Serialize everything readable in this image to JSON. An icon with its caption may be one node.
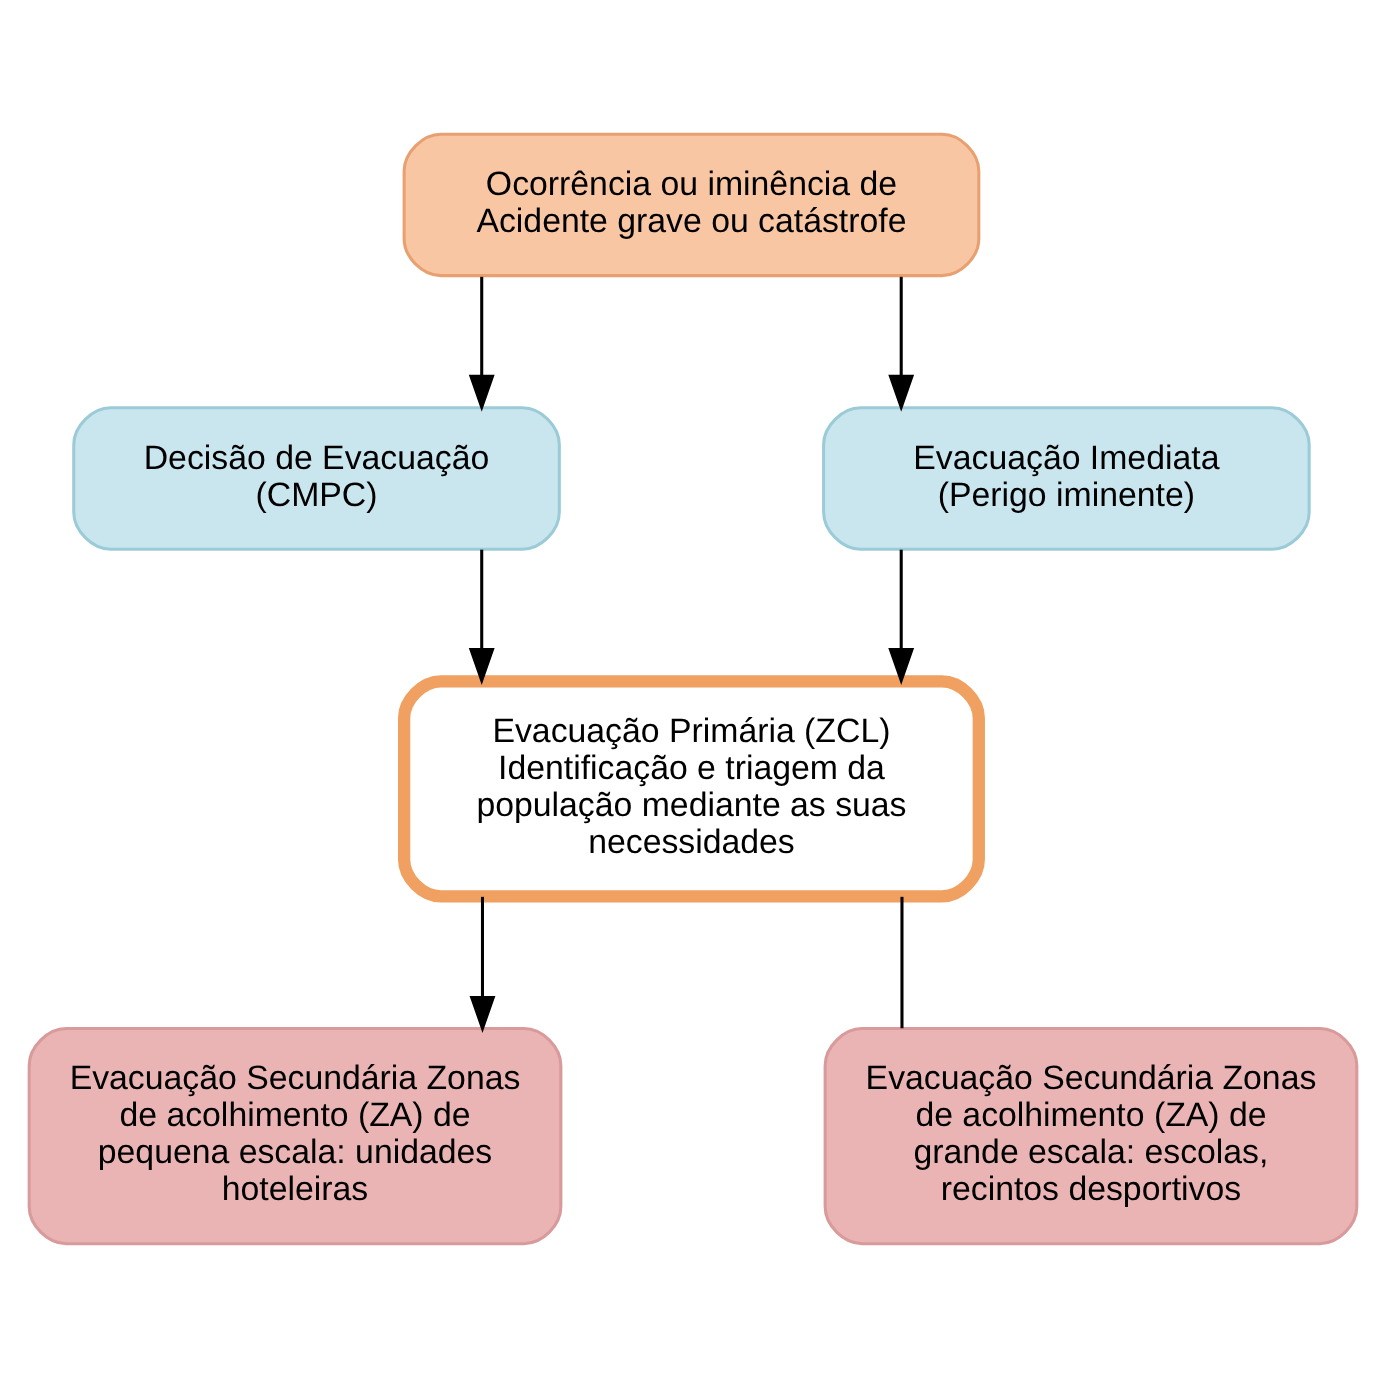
{
  "diagram": {
    "nodes": [
      {
        "text": [
          "Ocorrência ou iminência de Acidente grave ou catástrofe"
        ]
      },
      {
        "text": [
          "Decisão de Evacuação (CMPC)"
        ]
      },
      {
        "text": [
          "Evacuação Imediata (Perigo iminente)"
        ]
      },
      {
        "text": [
          "Evacuação Primária (ZCL)",
          "Identificação e triagem da população mediante as suas necessidades"
        ]
      },
      {
        "text": [
          "Evacuação Secundária Zonas de acolhimento (ZA) de pequena escala: unidades hoteleiras"
        ]
      },
      {
        "text": [
          "Evacuação Secundária Zonas de acolhimento (ZA) de grande escala: escolas, recintos desportivos"
        ]
      }
    ],
    "edges": [
      {
        "from": 0,
        "to": 1,
        "arrow": "to"
      },
      {
        "from": 0,
        "to": 2,
        "arrow": "to"
      },
      {
        "from": 1,
        "to": 3,
        "arrow": "to"
      },
      {
        "from": 2,
        "to": 3,
        "arrow": "to"
      },
      {
        "from": 3,
        "to": 4,
        "arrow": "to"
      },
      {
        "from": 3,
        "to": 5,
        "arrow": "none"
      }
    ]
  }
}
